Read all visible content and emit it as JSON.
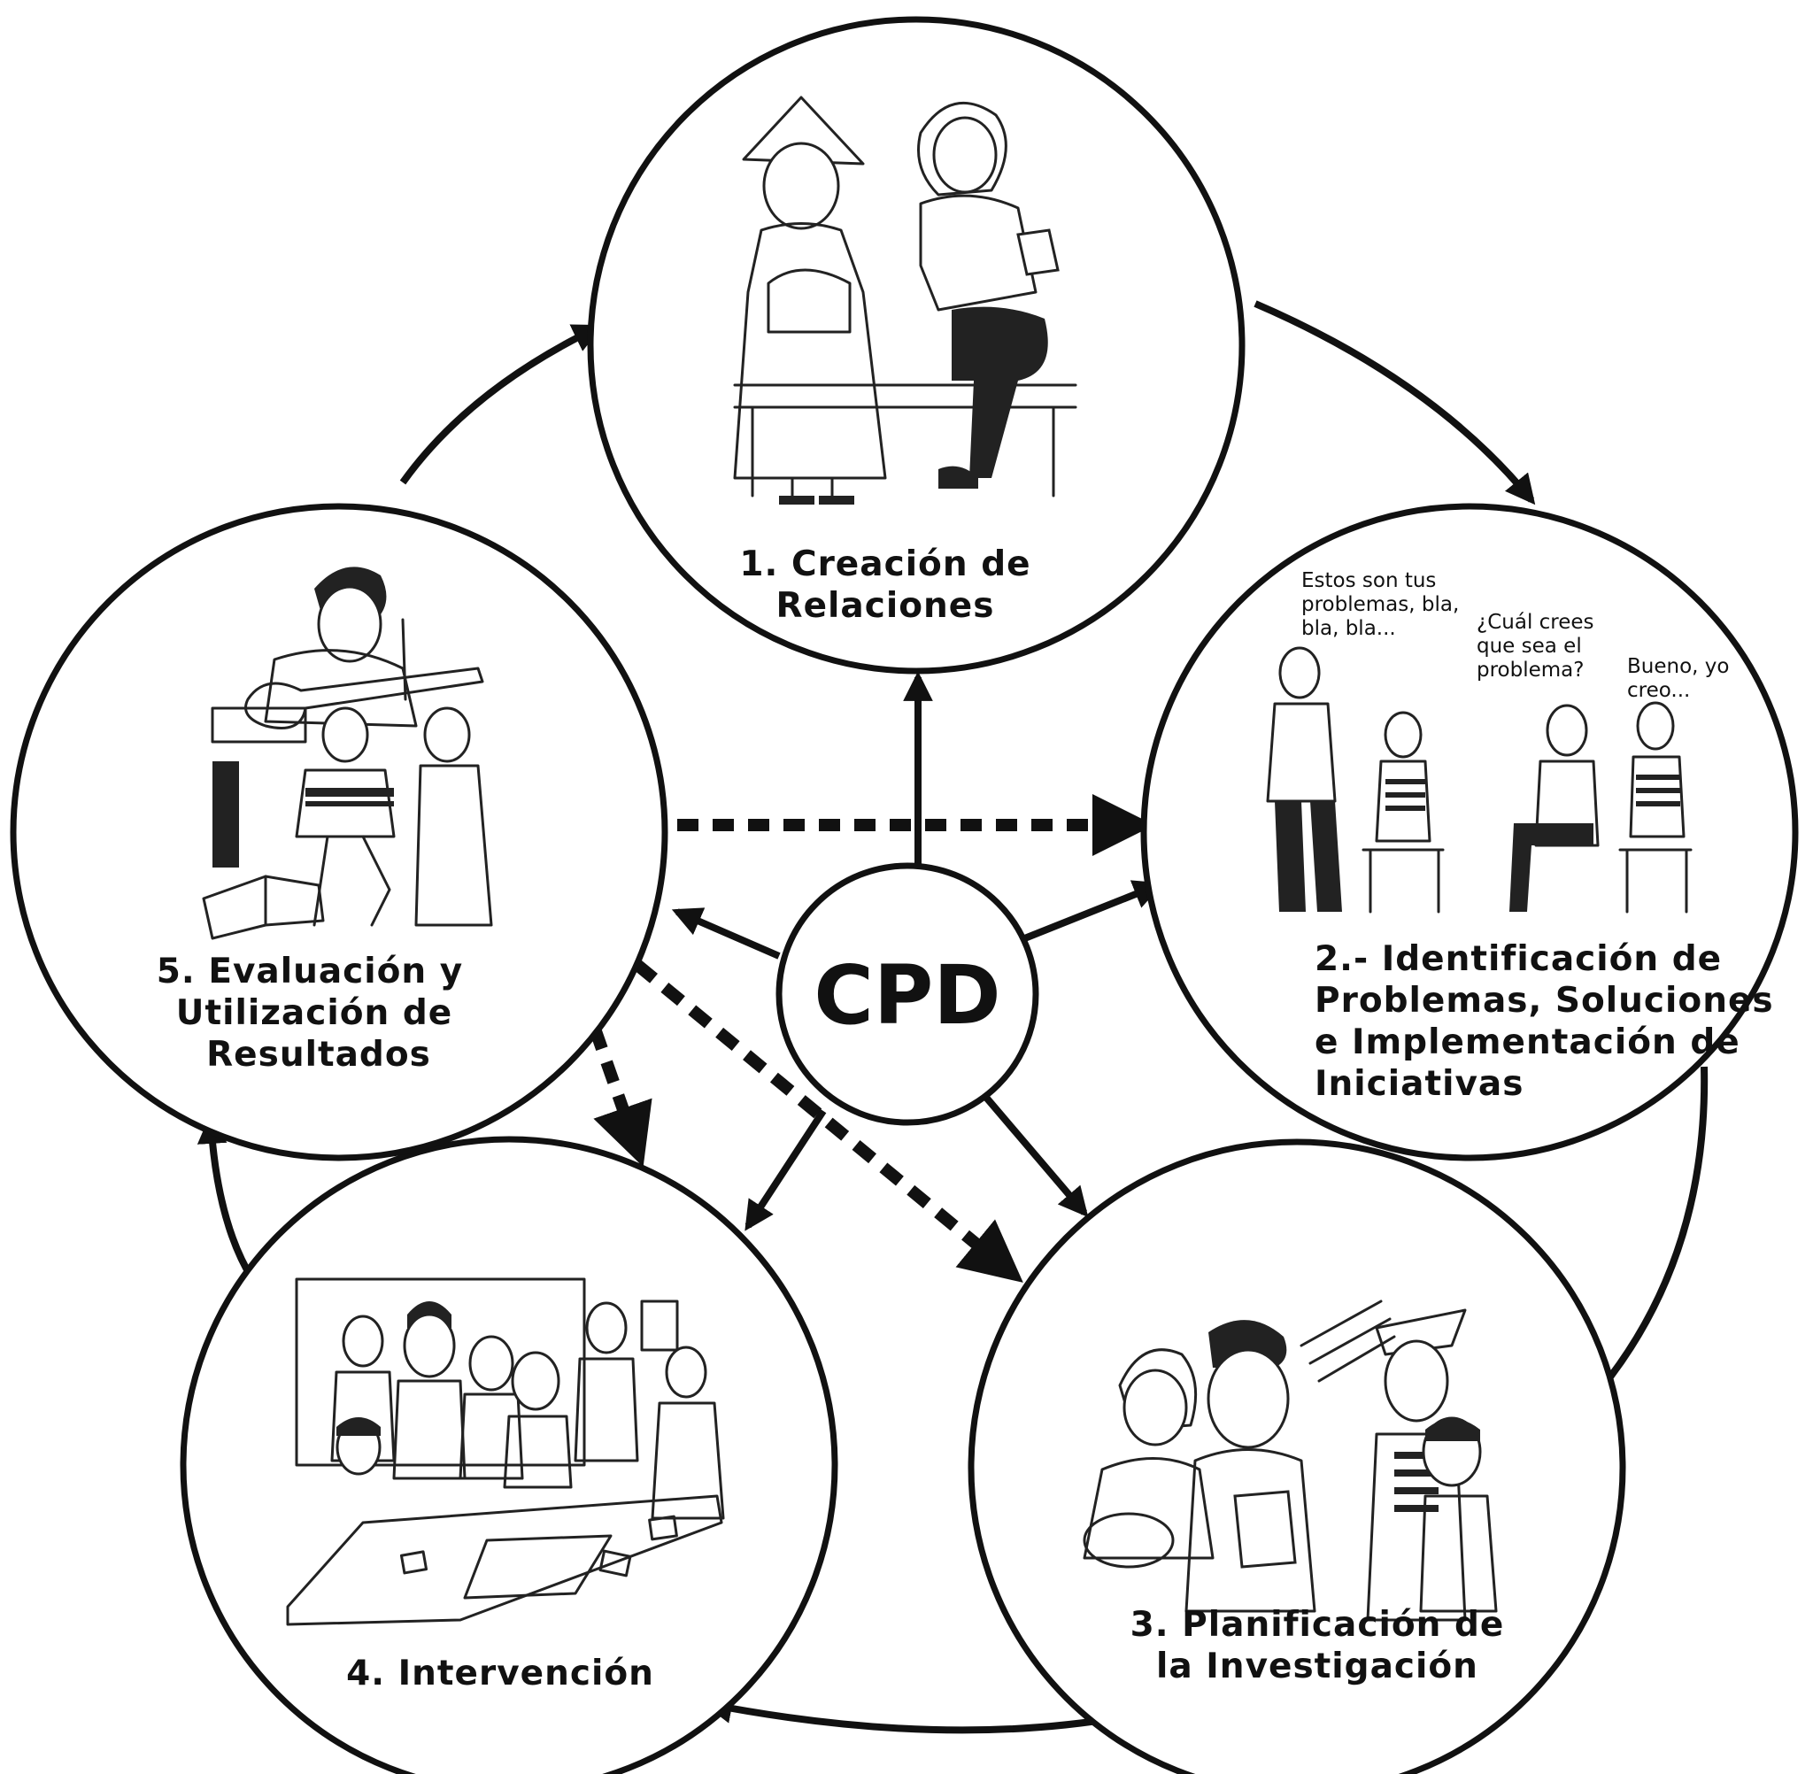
{
  "center": {
    "label": "CPD"
  },
  "stages": [
    {
      "id": "stage-1",
      "label_lines": [
        "1. Creación de",
        "Relaciones"
      ]
    },
    {
      "id": "stage-2",
      "label_lines": [
        "2.- Identificación de",
        "Problemas, Soluciones",
        "e Implementación de",
        "Iniciativas"
      ]
    },
    {
      "id": "stage-3",
      "label_lines": [
        "3. Planificación de",
        "la Investigación"
      ]
    },
    {
      "id": "stage-4",
      "label_lines": [
        "4. Intervención"
      ]
    },
    {
      "id": "stage-5",
      "label_lines": [
        "5. Evaluación y",
        "Utilización de",
        "Resultados"
      ]
    }
  ],
  "speech_bubbles": {
    "bubble_1": [
      "Estos son tus",
      "problemas, bla,",
      "bla, bla..."
    ],
    "bubble_2": [
      "¿Cuál crees",
      "que sea el",
      "problema?"
    ],
    "bubble_3": [
      "Bueno, yo",
      "creo..."
    ]
  },
  "colors": {
    "ink": "#111111",
    "background": "#ffffff"
  }
}
